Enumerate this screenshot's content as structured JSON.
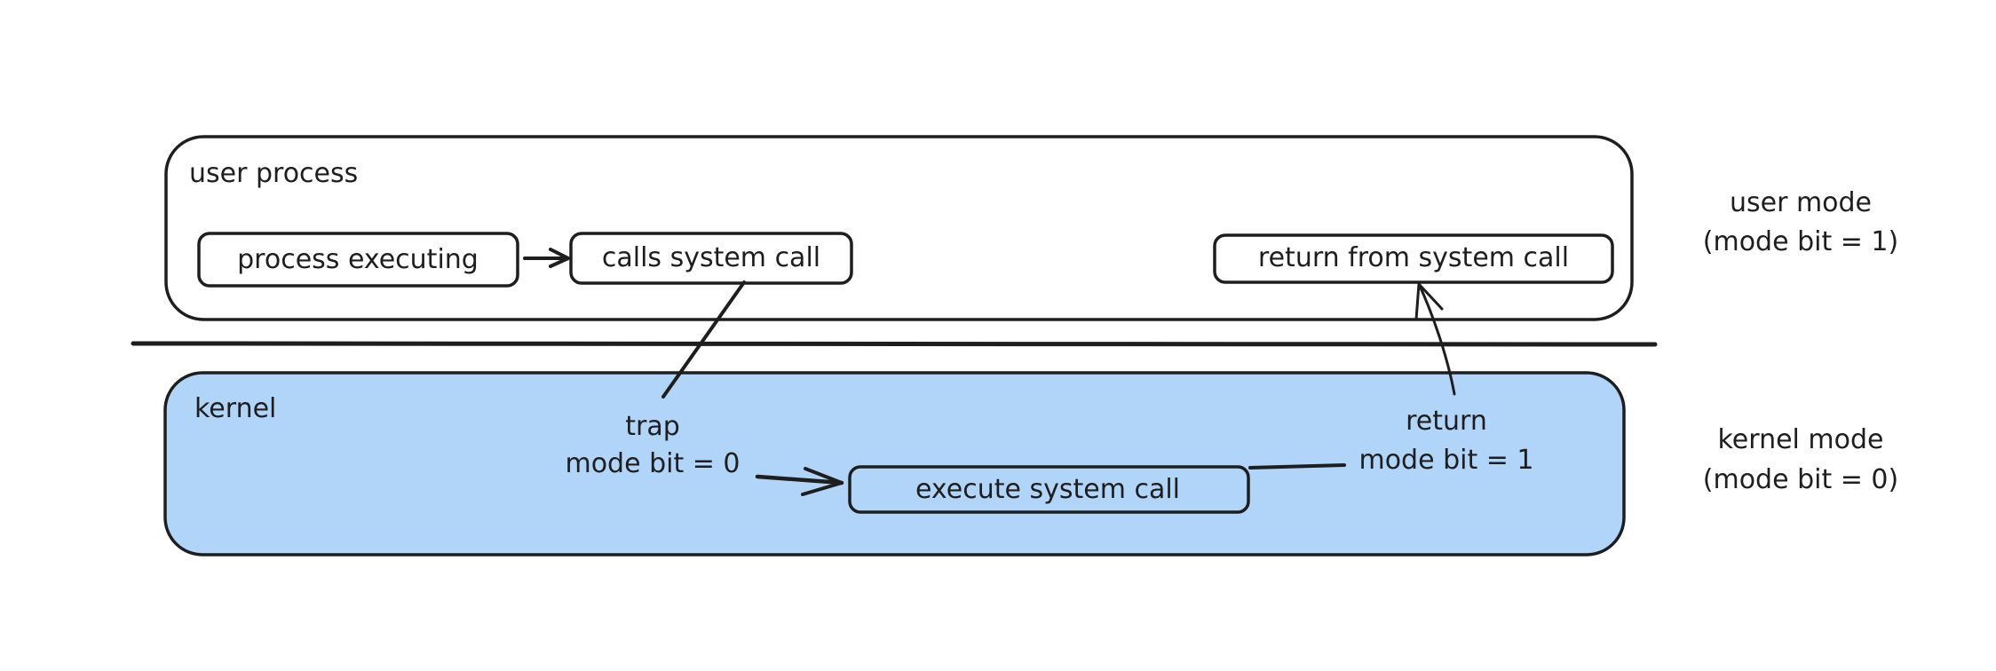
{
  "diagram": {
    "title": "User mode vs kernel mode system call",
    "colors": {
      "stroke": "#1e1e1e",
      "kernel_fill": "#b1d5f8",
      "background": "#ffffff"
    },
    "user_region": {
      "label": "user process",
      "nodes": {
        "process_executing": "process executing",
        "calls_system_call": "calls system call",
        "return_from_system_call": "return from system call"
      }
    },
    "kernel_region": {
      "label": "kernel",
      "nodes": {
        "execute_system_call": "execute system call"
      }
    },
    "edge_labels": {
      "trap_line1": "trap",
      "trap_line2": "mode bit = 0",
      "return_line1": "return",
      "return_line2": "mode bit = 1"
    },
    "side_labels": {
      "user_mode_line1": "user mode",
      "user_mode_line2": "(mode bit = 1)",
      "kernel_mode_line1": "kernel mode",
      "kernel_mode_line2": "(mode bit = 0)"
    },
    "edges": [
      {
        "from": "process executing",
        "to": "calls system call",
        "arrow": true
      },
      {
        "from": "calls system call",
        "to": "execute system call",
        "label": "trap / mode bit = 0",
        "arrow": true
      },
      {
        "from": "execute system call",
        "to": "return from system call",
        "label": "return / mode bit = 1",
        "arrow": true
      }
    ]
  }
}
